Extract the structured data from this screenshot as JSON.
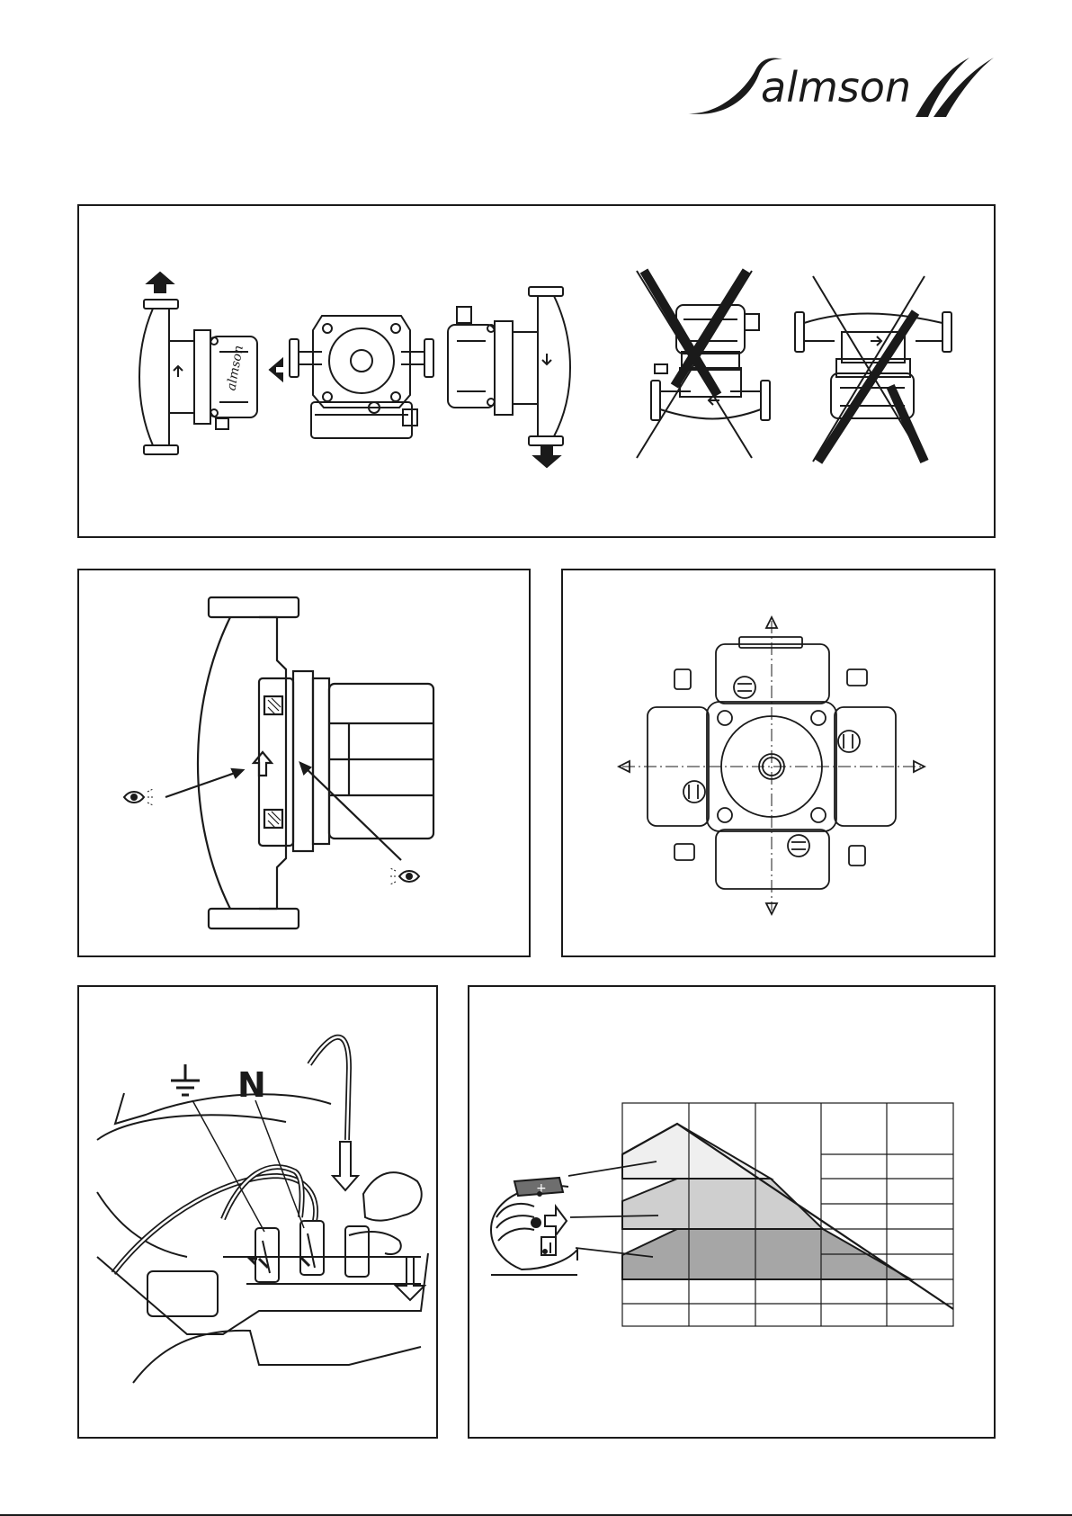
{
  "brand": {
    "name": "salmson",
    "logo_text": "Salmson"
  },
  "panel_4": {
    "terminal_label": "N"
  },
  "colors": {
    "ink": "#1a1a1a",
    "speed_low": "#a6a6a6",
    "speed_mid": "#cfcfcf",
    "speed_high": "#efefef"
  },
  "icons": [
    "up-arrow-icon",
    "left-arrow-icon",
    "down-arrow-icon",
    "eye-icon",
    "earth-ground-icon",
    "flow-arrow-icon",
    "cross-mark-icon"
  ]
}
